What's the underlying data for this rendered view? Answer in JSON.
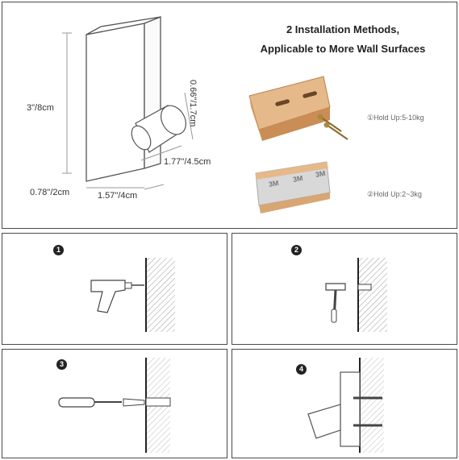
{
  "header": {
    "title_line1": "2 Installation Methods,",
    "title_line2": "Applicable to More Wall Surfaces"
  },
  "dimensions": {
    "height": "3\"/8cm",
    "depth": "0.78\"/2cm",
    "width": "1.57\"/4cm",
    "peg_diameter": "0.66\"/1.7cm",
    "peg_length": "1.77\"/4.5cm"
  },
  "methods": [
    {
      "label": "①Hold Up:5-10kg"
    },
    {
      "label": "②Hold Up:2~3kg"
    }
  ],
  "tape_text": "3M",
  "steps": [
    {
      "number": "1"
    },
    {
      "number": "2"
    },
    {
      "number": "3"
    },
    {
      "number": "4"
    }
  ]
}
